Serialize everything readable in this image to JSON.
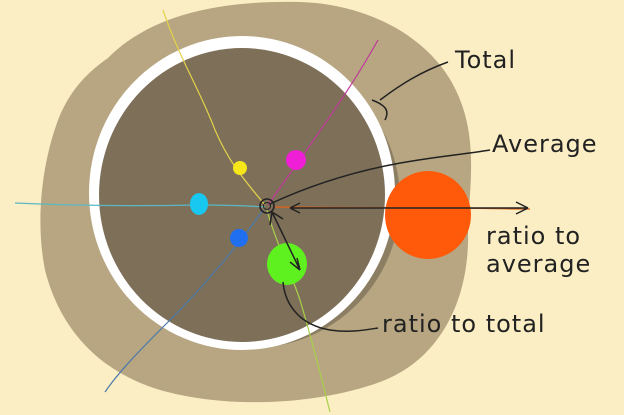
{
  "labels": {
    "total": "Total",
    "average": "Average",
    "ratio_to_average_line1": "ratio to",
    "ratio_to_average_line2": "average",
    "ratio_to_total": "ratio to total"
  },
  "colors": {
    "background": "#fbeec4",
    "outer_region": "#b7a681",
    "inner_region": "#7e6f58",
    "ring": "#ffffff",
    "shadow": "#6a5d48",
    "dot_yellow": "#f7e619",
    "dot_magenta": "#ee1fd4",
    "dot_cyan": "#19c8f0",
    "dot_blue": "#1f6ff0",
    "dot_green": "#5ff020",
    "dot_orange": "#ff5a0a",
    "line_yellow": "#e2d24a",
    "line_magenta": "#c0389a",
    "line_cyan": "#5ab8c4",
    "line_blue": "#4a78a8",
    "line_green": "#a8d04a",
    "line_orange": "#e0631a",
    "ink": "#222222"
  },
  "dots": [
    {
      "name": "yellow-dot",
      "color_key": "dot_yellow"
    },
    {
      "name": "magenta-dot",
      "color_key": "dot_magenta"
    },
    {
      "name": "cyan-dot",
      "color_key": "dot_cyan"
    },
    {
      "name": "blue-dot",
      "color_key": "dot_blue"
    },
    {
      "name": "green-dot",
      "color_key": "dot_green"
    },
    {
      "name": "orange-dot",
      "color_key": "dot_orange"
    }
  ]
}
